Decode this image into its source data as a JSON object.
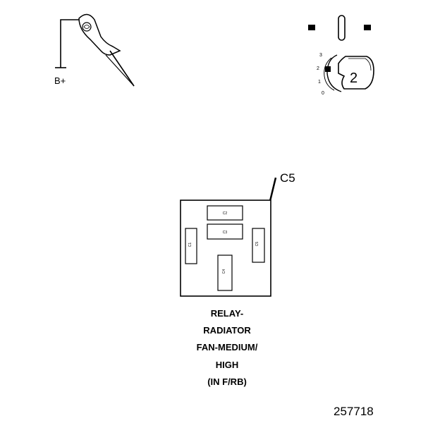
{
  "probe": {
    "label": "B+"
  },
  "ignition": {
    "positions": [
      "3",
      "2",
      "1",
      "0"
    ],
    "key_number": "2"
  },
  "callout": {
    "label": "C5"
  },
  "relay": {
    "cavities": [
      "C2",
      "C3",
      "C1",
      "C5",
      "C4"
    ],
    "caption": [
      "RELAY-",
      "RADIATOR",
      "FAN-MEDIUM/",
      "HIGH",
      "(IN F/RB)"
    ]
  },
  "figure_number": "257718"
}
